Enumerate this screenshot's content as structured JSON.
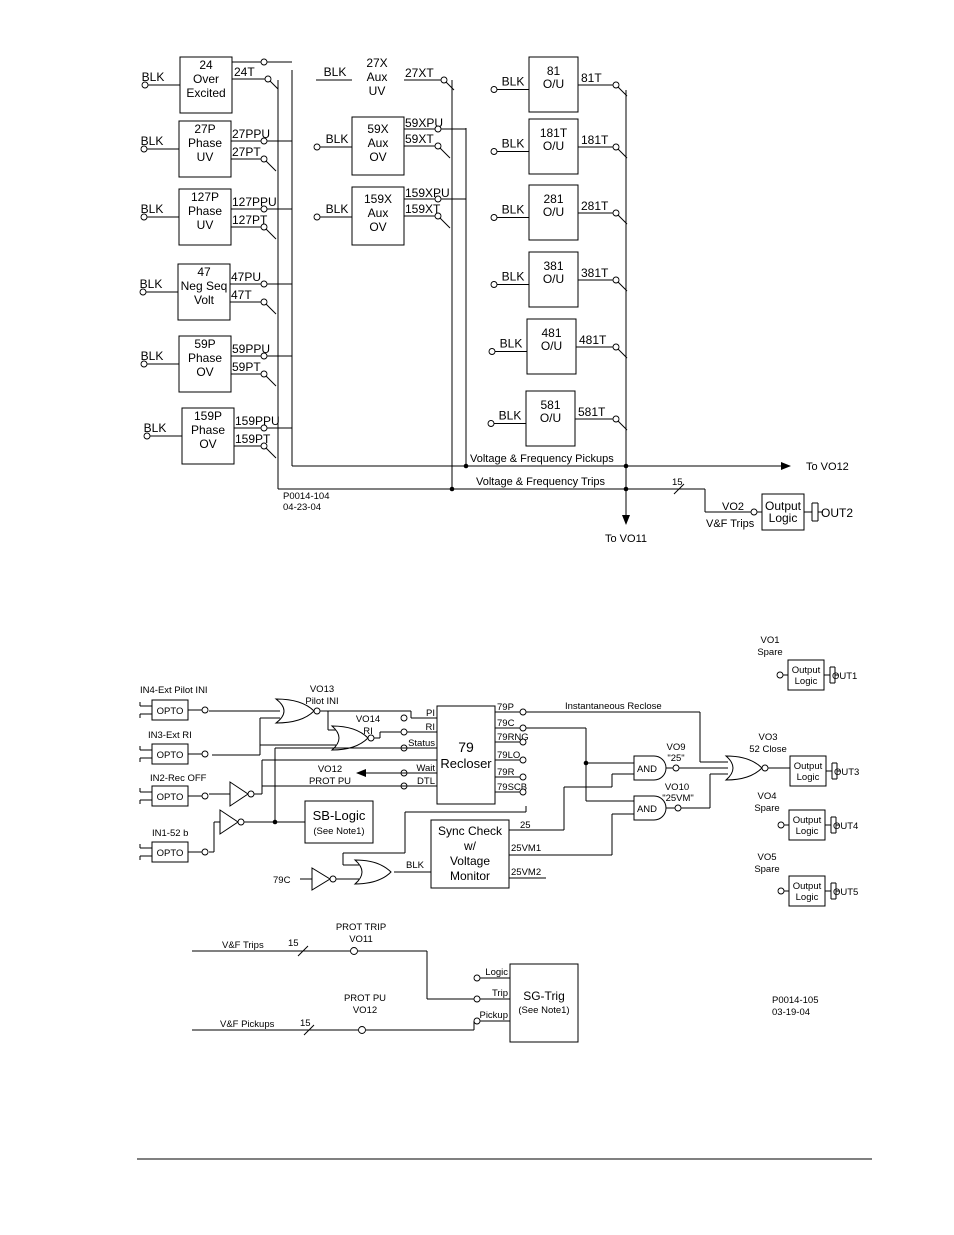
{
  "top": {
    "col1": [
      {
        "lines": [
          "24",
          "Over",
          "Excited"
        ],
        "blk": "BLK",
        "outs": [
          "24T"
        ]
      },
      {
        "lines": [
          "27P",
          "Phase",
          "UV"
        ],
        "blk": "BLK",
        "outs": [
          "27PPU",
          "27PT"
        ]
      },
      {
        "lines": [
          "127P",
          "Phase",
          "UV"
        ],
        "blk": "BLK",
        "outs": [
          "127PPU",
          "127PT"
        ]
      },
      {
        "lines": [
          "47",
          "Neg Seq",
          "Volt"
        ],
        "blk": "BLK",
        "outs": [
          "47PU",
          "47T"
        ]
      },
      {
        "lines": [
          "59P",
          "Phase",
          "OV"
        ],
        "blk": "BLK",
        "outs": [
          "59PPU",
          "59PT"
        ]
      },
      {
        "lines": [
          "159P",
          "Phase",
          "OV"
        ],
        "blk": "BLK",
        "outs": [
          "159PPU",
          "159PT"
        ]
      }
    ],
    "col2": [
      {
        "lines": [
          "27X",
          "Aux",
          "UV"
        ],
        "blk": "BLK",
        "outs": [
          "27XT"
        ]
      },
      {
        "lines": [
          "59X",
          "Aux",
          "OV"
        ],
        "blk": "BLK",
        "outs": [
          "59XPU",
          "59XT"
        ]
      },
      {
        "lines": [
          "159X",
          "Aux",
          "OV"
        ],
        "blk": "BLK",
        "outs": [
          "159XPU",
          "159XT"
        ]
      }
    ],
    "col3": [
      {
        "lines": [
          "81",
          "O/U"
        ],
        "blk": "BLK",
        "out": "81T"
      },
      {
        "lines": [
          "181T",
          "O/U"
        ],
        "blk": "BLK",
        "out": "181T"
      },
      {
        "lines": [
          "281",
          "O/U"
        ],
        "blk": "BLK",
        "out": "281T"
      },
      {
        "lines": [
          "381",
          "O/U"
        ],
        "blk": "BLK",
        "out": "381T"
      },
      {
        "lines": [
          "481",
          "O/U"
        ],
        "blk": "BLK",
        "out": "481T"
      },
      {
        "lines": [
          "581",
          "O/U"
        ],
        "blk": "BLK",
        "out": "581T"
      }
    ],
    "pickups_label": "Voltage & Frequency Pickups",
    "trips_label": "Voltage & Frequency Trips",
    "to_vo12": "To VO12",
    "to_vo11": "To VO11",
    "bus_count": "15",
    "vo2": "VO2",
    "vf_trips": "V&F Trips",
    "output_logic": [
      "Output",
      "Logic"
    ],
    "out2": "OUT2",
    "drawing_no": "P0014-104",
    "drawing_date": "04-23-04"
  },
  "bottom": {
    "vo1": "VO1",
    "vo1_sub": "Spare",
    "out1": "OUT1",
    "vo3": "VO3",
    "vo3_sub": "52 Close",
    "out3": "OUT3",
    "vo4": "VO4",
    "vo4_sub": "Spare",
    "out4": "OUT4",
    "vo5": "VO5",
    "vo5_sub": "Spare",
    "out5": "OUT5",
    "output_logic": [
      "Output",
      "Logic"
    ],
    "in4": "IN4-Ext Pilot INI",
    "in3": "IN3-Ext RI",
    "in2": "IN2-Rec OFF",
    "in1": "IN1-52 b",
    "opto": "OPTO",
    "vo13": "VO13",
    "vo13_sub": "Pilot INI",
    "vo14": "VO14",
    "vo14_sub": "RI",
    "vo12": "VO12",
    "vo12_sub": "PROT PU",
    "recloser": [
      "79",
      "Recloser"
    ],
    "rec_inputs": [
      "PI",
      "RI",
      "Status",
      "Wait",
      "DTL"
    ],
    "rec_outputs": [
      "79P",
      "79C",
      "79RNG",
      "79LO",
      "79R",
      "79SCB"
    ],
    "inst_reclose": "Instantaneous Reclose",
    "sb_logic": [
      "SB-Logic",
      "(See Note1)"
    ],
    "sync": [
      "Sync Check",
      "w/",
      "Voltage",
      "Monitor"
    ],
    "sync_outputs": [
      "25",
      "25VM1",
      "25VM2"
    ],
    "blk": "BLK",
    "c79": "79C",
    "and_label": "AND",
    "vo9": "VO9",
    "vo9_sub": "\"25\"",
    "vo10": "VO10",
    "vo10_sub": "\"25VM\"",
    "prot_trip": "PROT TRIP",
    "vo11": "VO11",
    "prot_pu": "PROT PU",
    "vo12b": "VO12",
    "vf_trips": "V&F Trips",
    "vf_pickups": "V&F Pickups",
    "bus_count": "15",
    "sg_trig": [
      "SG-Trig",
      "(See Note1)"
    ],
    "sg_inputs": [
      "Logic",
      "Trip",
      "Pickup"
    ],
    "drawing_no": "P0014-105",
    "drawing_date": "03-19-04"
  }
}
